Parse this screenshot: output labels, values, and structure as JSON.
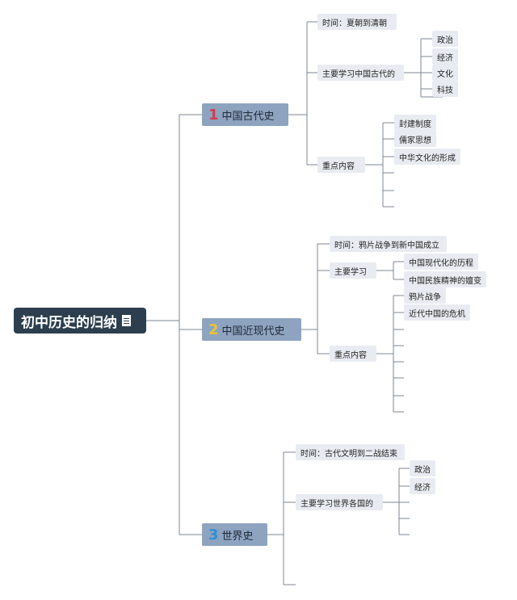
{
  "root": {
    "title": "初中历史的归纳"
  },
  "colors": {
    "num1": "#d23c54",
    "num2": "#e7c33a",
    "num3": "#2f8fd8"
  },
  "branches": [
    {
      "number": "1",
      "title": "中国古代史",
      "time": "时间：夏朝到清朝",
      "study": {
        "label": "主要学习中国古代的",
        "items": [
          "政治",
          "经济",
          "文化",
          "科技"
        ]
      },
      "focus": {
        "label": "重点内容",
        "items": [
          "封建制度",
          "儒家思想",
          "中华文化的形成"
        ]
      }
    },
    {
      "number": "2",
      "title": "中国近现代史",
      "time": "时间：鸦片战争到新中国成立",
      "study": {
        "label": "主要学习",
        "items": [
          "中国现代化的历程",
          "中国民族精神的嬗变"
        ]
      },
      "focus": {
        "label": "重点内容",
        "items": [
          "鸦片战争",
          "近代中国的危机"
        ]
      }
    },
    {
      "number": "3",
      "title": "世界史",
      "time": "时间：古代文明到二战结束",
      "study": {
        "label": "主要学习世界各国的",
        "items": [
          "政治",
          "经济"
        ]
      }
    }
  ]
}
